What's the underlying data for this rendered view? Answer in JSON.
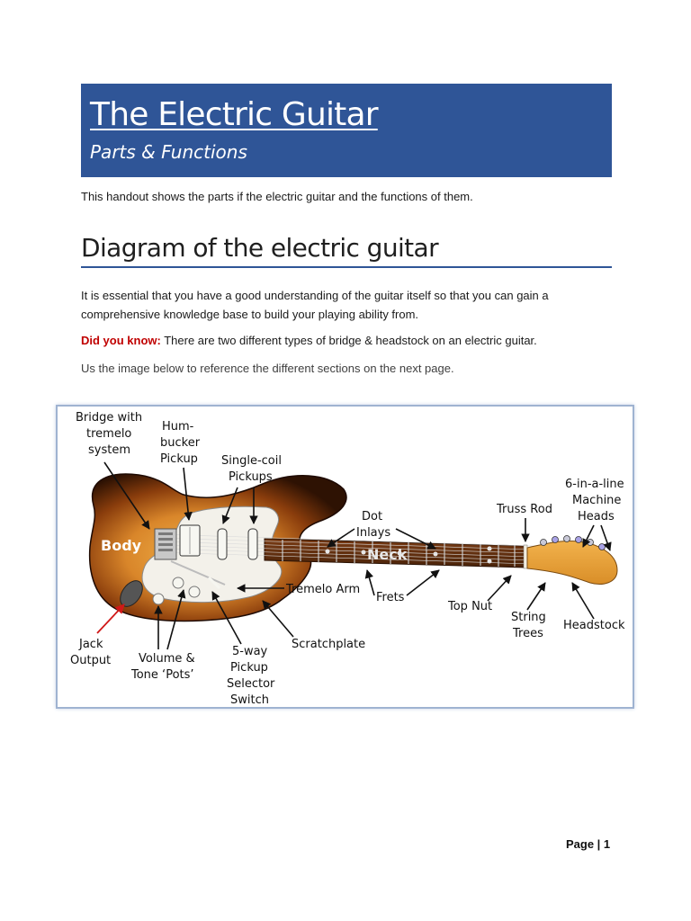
{
  "header": {
    "title": "The Electric Guitar",
    "subtitle": "Parts & Functions"
  },
  "intro": "This handout shows the parts if the electric guitar and the functions of them.",
  "section": {
    "heading": "Diagram of the electric guitar",
    "paragraph1_line1": "It is essential that you have a good understanding of the guitar itself so that you can gain a",
    "paragraph1_line2": "comprehensive knowledge base to build your playing ability from.",
    "did_you_know_label": "Did you know:",
    "did_you_know_text": " There are two different types of bridge & headstock on an electric guitar.",
    "reference_text": "Us the image below to reference the different sections on the next page."
  },
  "diagram": {
    "labels": {
      "bridge_1": "Bridge with",
      "bridge_2": "tremelo",
      "bridge_3": "system",
      "hum_1": "Hum-",
      "hum_2": "bucker",
      "hum_3": "Pickup",
      "single_1": "Single-coil",
      "single_2": "Pickups",
      "body": "Body",
      "neck": "Neck",
      "dot_1": "Dot",
      "dot_2": "Inlays",
      "frets": "Frets",
      "truss": "Truss Rod",
      "machine_1": "6-in-a-line",
      "machine_2": "Machine",
      "machine_3": "Heads",
      "tremelo_arm": "Tremelo Arm",
      "top_nut": "Top Nut",
      "string_1": "String",
      "string_2": "Trees",
      "headstock": "Headstock",
      "jack_1": "Jack",
      "jack_2": "Output",
      "volume_1": "Volume &",
      "volume_2": "Tone ‘Pots’",
      "way_1": "5-way",
      "way_2": "Pickup",
      "way_3": "Selector",
      "way_4": "Switch",
      "scratch": "Scratchplate"
    },
    "colors": {
      "body_dark": "#3a1a06",
      "body_light": "#e8a23c",
      "neck_wood": "#6b3412",
      "headstock_wood": "#e8a33d",
      "pickguard": "#f3f1ea",
      "jack_arrow": "#d01818"
    }
  },
  "footer": {
    "page": "Page | 1"
  }
}
